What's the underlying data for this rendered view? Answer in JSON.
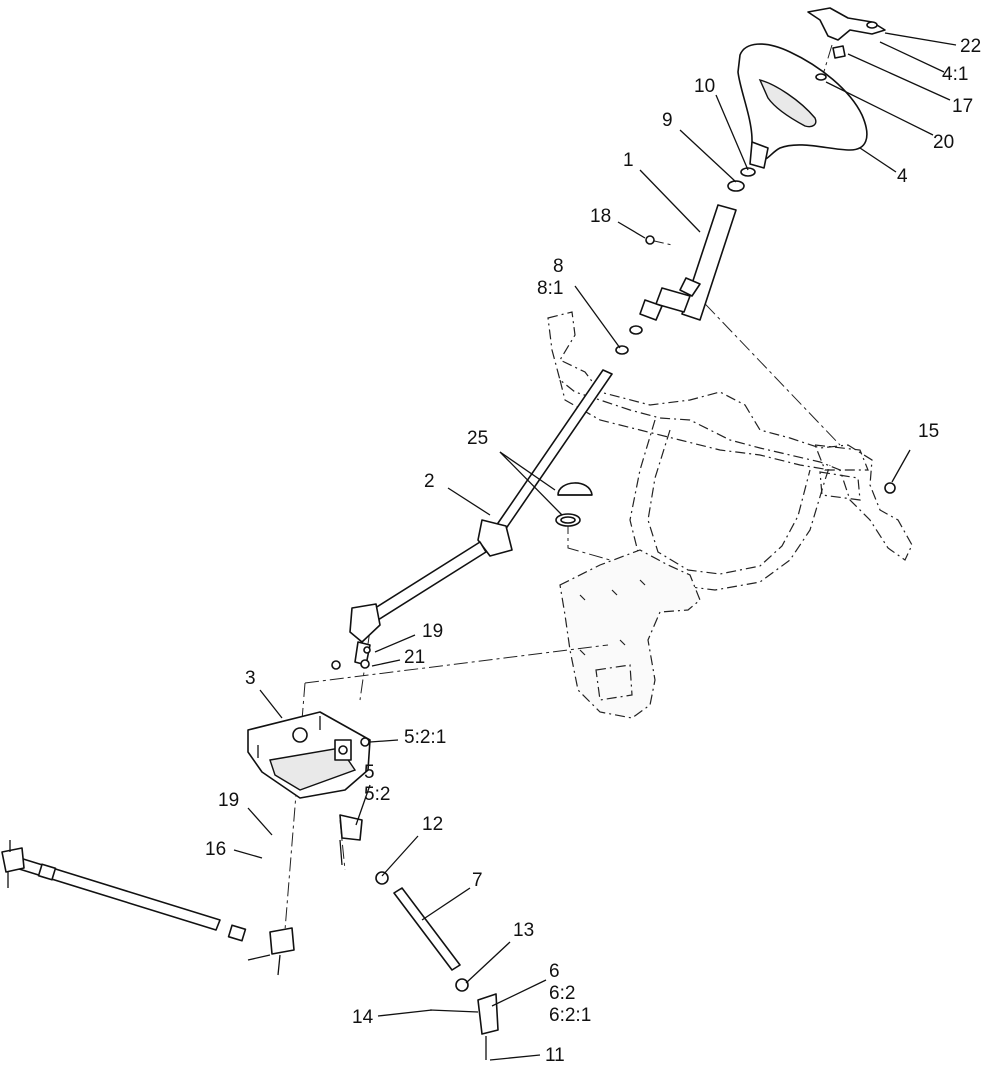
{
  "callouts": {
    "c22": "22",
    "c4_1": "4:1",
    "c17": "17",
    "c20": "20",
    "c4": "4",
    "c10": "10",
    "c9": "9",
    "c1": "1",
    "c18": "18",
    "c8": "8",
    "c8_1": "8:1",
    "c15": "15",
    "c25": "25",
    "c2": "2",
    "c19a": "19",
    "c21": "21",
    "c3": "3",
    "c5_2_1": "5:2:1",
    "c5": "5",
    "c5_2": "5:2",
    "c19b": "19",
    "c12": "12",
    "c16": "16",
    "c7": "7",
    "c13": "13",
    "c6": "6",
    "c6_2": "6:2",
    "c6_2_1": "6:2:1",
    "c14": "14",
    "c11": "11"
  },
  "colors": {
    "ink": "#111111",
    "background": "#ffffff",
    "ghost": "#222222"
  }
}
